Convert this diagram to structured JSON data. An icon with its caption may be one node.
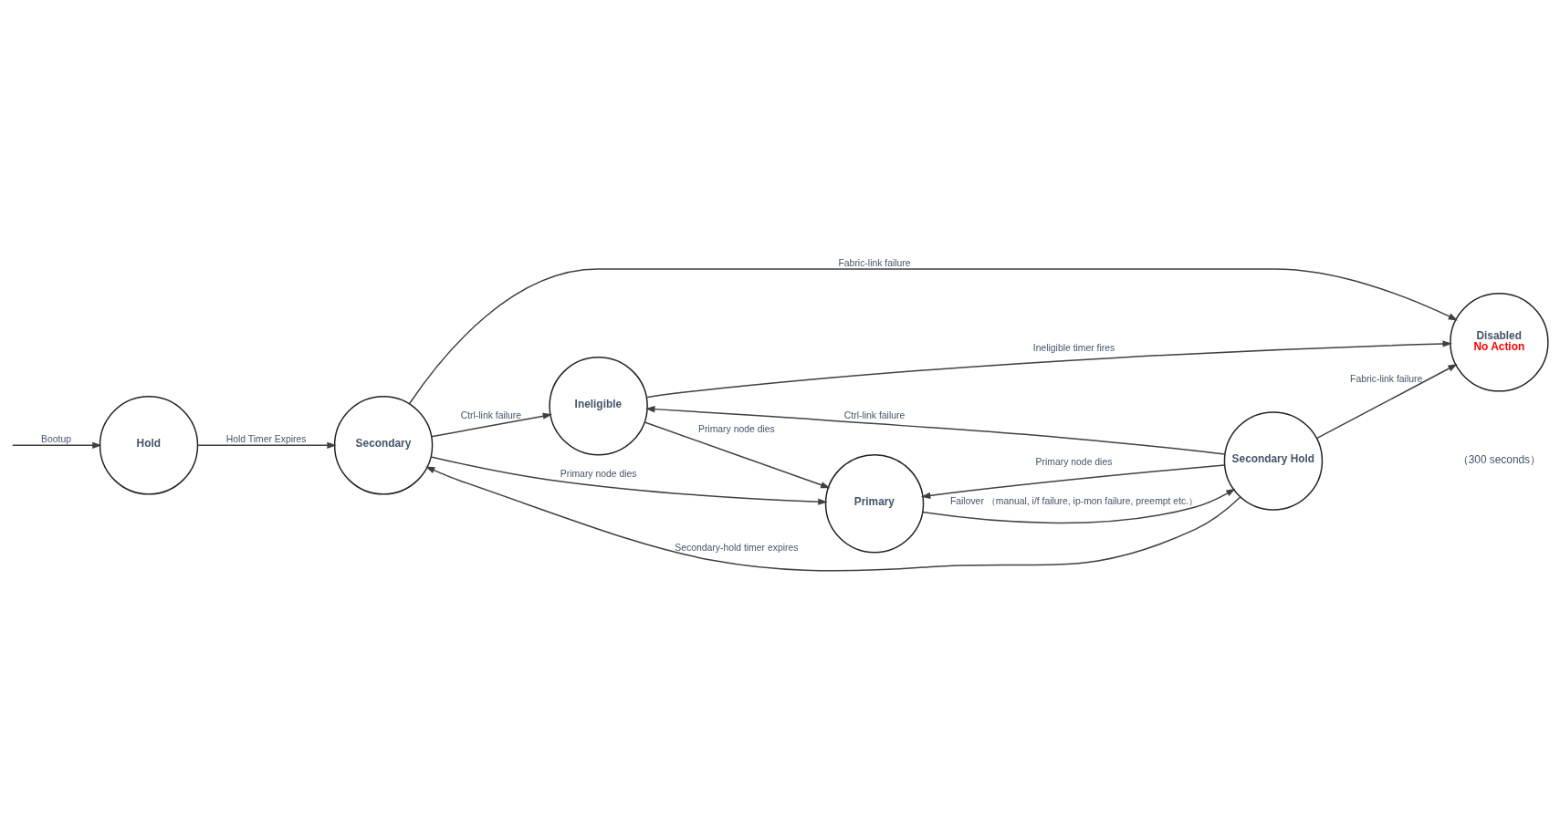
{
  "diagram": {
    "nodes": [
      {
        "text": [
          "Hold"
        ]
      },
      {
        "text": [
          "Secondary"
        ]
      },
      {
        "text": [
          "Disabled",
          "No Action"
        ]
      },
      {
        "text": [
          "Ineligible"
        ]
      },
      {
        "text": [
          "Secondary Hold"
        ]
      },
      {
        "text": [
          "Primary"
        ]
      }
    ],
    "edges": [
      {
        "from": null,
        "to": 0,
        "arrow": "to",
        "label": "Bootup"
      },
      {
        "from": 0,
        "to": 1,
        "arrow": "to",
        "label": "Hold Timer Expires"
      },
      {
        "from": 1,
        "to": 2,
        "arrow": "to",
        "label": "Fabric-link failure"
      },
      {
        "from": 1,
        "to": 3,
        "arrow": "to",
        "label": "Ctrl-link failure"
      },
      {
        "from": 1,
        "to": 5,
        "arrow": "to",
        "label": "Primary node dies"
      },
      {
        "from": 3,
        "to": 2,
        "arrow": "to",
        "label": "Ineligible timer fires"
      },
      {
        "from": 3,
        "to": 5,
        "arrow": "to",
        "label": "Primary node dies"
      },
      {
        "from": 4,
        "to": 1,
        "arrow": "to",
        "label": "Secondary-hold timer expires"
      },
      {
        "from": 4,
        "to": 2,
        "arrow": "to",
        "label": "Fabric-link failure"
      },
      {
        "from": 4,
        "to": 3,
        "arrow": "to",
        "label": "Ctrl-link failure"
      },
      {
        "from": 4,
        "to": 5,
        "arrow": "to",
        "label": "Primary node dies"
      },
      {
        "from": 5,
        "to": 4,
        "arrow": "to",
        "label": "Failover （manual, i/f failure, ip-mon failure, preempt etc.）"
      }
    ],
    "labels": [
      "（300 seconds）"
    ]
  }
}
